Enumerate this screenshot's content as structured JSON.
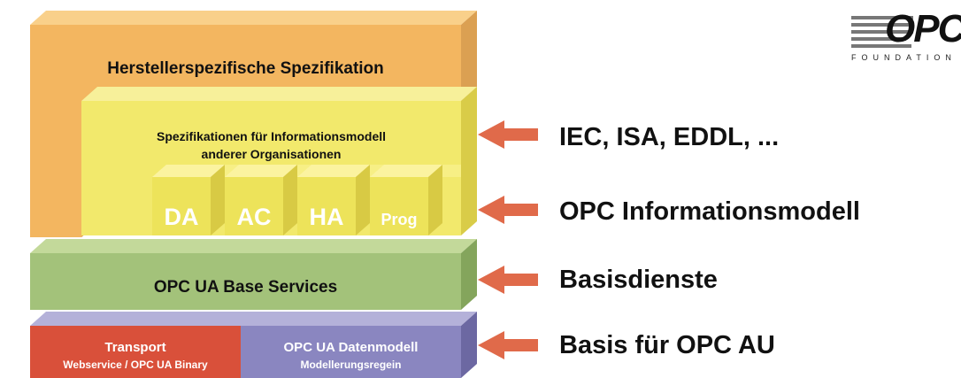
{
  "layers": {
    "vendor": {
      "label": "Herstellerspezifische Spezifikation",
      "color": "#f3b660"
    },
    "other_orgs": {
      "line1": "Spezifikationen für Informationsmodell",
      "line2": "anderer Organisationen",
      "color": "#f2e96c"
    },
    "modules": [
      {
        "label": "DA"
      },
      {
        "label": "AC"
      },
      {
        "label": "HA"
      },
      {
        "label": "Prog"
      }
    ],
    "base_services": {
      "label": "OPC UA Base Services",
      "color": "#a3c27a"
    },
    "transport": {
      "line1": "Transport",
      "line2": "Webservice / OPC UA Binary",
      "color": "#d9503a"
    },
    "datenmodell": {
      "line1": "OPC UA Datenmodell",
      "line2": "Modellerungsregein",
      "color": "#8a86c0"
    }
  },
  "annotations": [
    {
      "text": "IEC, ISA, EDDL, ..."
    },
    {
      "text": "OPC Informationsmodell"
    },
    {
      "text": "Basisdienste"
    },
    {
      "text": "Basis für OPC AU"
    }
  ],
  "arrow_color": "#e06a4a",
  "logo": {
    "text": "OPC",
    "subtext": "FOUNDATION"
  }
}
